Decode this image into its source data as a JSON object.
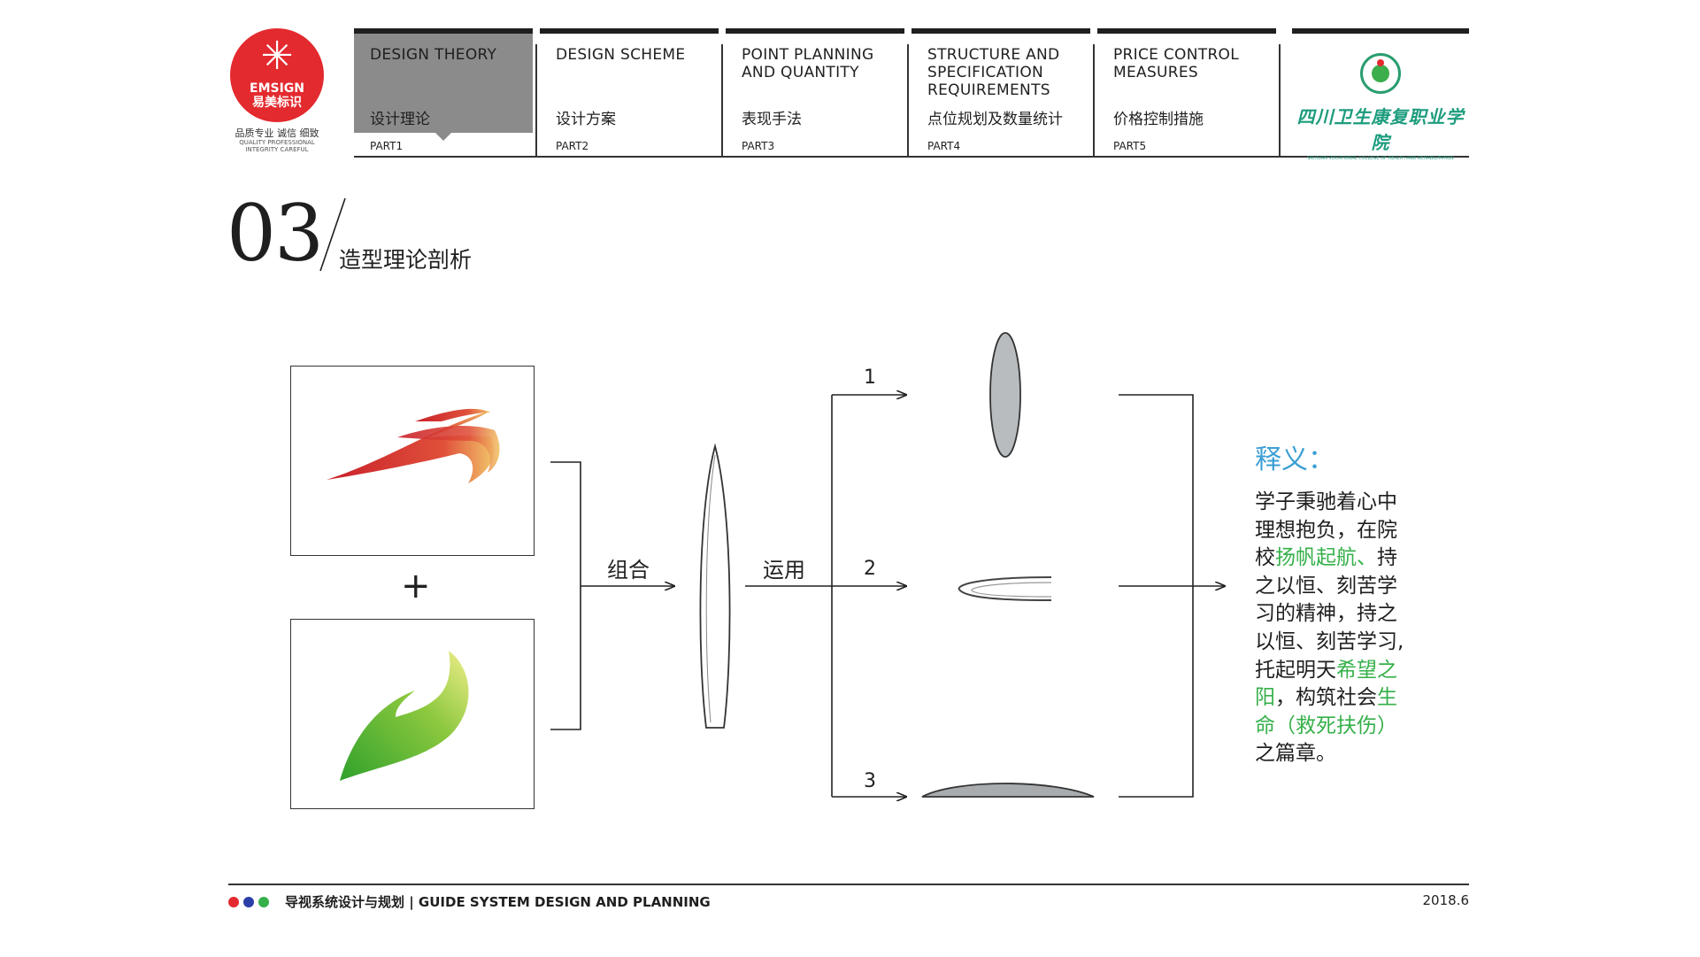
{
  "logo": {
    "brand": "EMSIGN",
    "brand_cn": "易美标识",
    "slogan_cn": "品质专业 诚信 细致",
    "slogan_en_1": "QUALITY PROFESSIONAL",
    "slogan_en_2": "INTEGRITY CAREFUL",
    "color": "#e32a2f"
  },
  "nav": {
    "tabs": [
      {
        "en": "DESIGN THEORY",
        "cn": "设计理论",
        "part": "PART1",
        "active": true
      },
      {
        "en": "DESIGN SCHEME",
        "cn": "设计方案",
        "part": "PART2",
        "active": false
      },
      {
        "en": "POINT PLANNING AND QUANTITY",
        "cn": "表现手法",
        "part": "PART3",
        "active": false
      },
      {
        "en": "STRUCTURE AND SPECIFICATION REQUIREMENTS",
        "cn": "点位规划及数量统计",
        "part": "PART4",
        "active": false
      },
      {
        "en": "PRICE CONTROL MEASURES",
        "cn": "价格控制措施",
        "part": "PART5",
        "active": false
      }
    ]
  },
  "school": {
    "name": "四川卫生康复职业学院",
    "name_en": "SICHUAN VOCATIONAL COLLEGE OF HEALTH AND REHABILITATION",
    "color": "#1c9c7d"
  },
  "section": {
    "number": "03",
    "title": "造型理论剖析"
  },
  "diagram": {
    "plus": "+",
    "combine_label": "组合",
    "apply_label": "运用",
    "branches": [
      "1",
      "2",
      "3"
    ]
  },
  "meaning": {
    "title": "释义：",
    "segments": [
      {
        "text": "学子秉驰着心中理想抱负，在院校",
        "highlight": false
      },
      {
        "text": "扬帆起航、",
        "highlight": true
      },
      {
        "text": "持之以恒、刻苦学习的精神，持之以恒、刻苦学习,托起明天",
        "highlight": false
      },
      {
        "text": "希望之阳",
        "highlight": true
      },
      {
        "text": "，构筑社会",
        "highlight": false
      },
      {
        "text": "生命（救死扶伤）",
        "highlight": true
      },
      {
        "text": "之篇章。",
        "highlight": false
      }
    ],
    "title_color": "#3c9fd4",
    "highlight_color": "#36b04a"
  },
  "footer": {
    "text": "导视系统设计与规划 | GUIDE SYSTEM DESIGN AND PLANNING",
    "date": "2018.6",
    "dot_colors": [
      "#e32a2f",
      "#2a3fa8",
      "#36b04a"
    ]
  }
}
